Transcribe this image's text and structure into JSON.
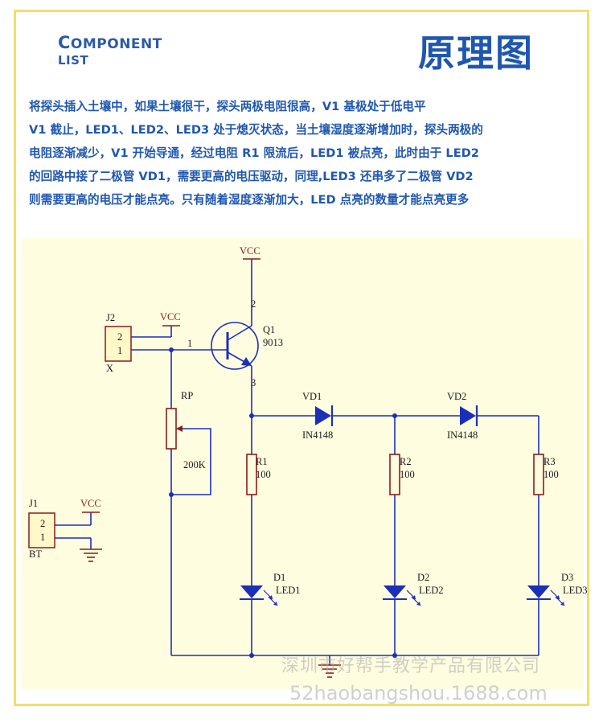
{
  "header": {
    "brand_line1_cap": "C",
    "brand_line1_rest": "OMPONENT",
    "brand_line2": "LIST",
    "title": "原理图"
  },
  "description": [
    "将探头插入土壤中，如果土壤很干，探头两极电阻很高，V1 基极处于低电平",
    "V1 截止，LED1、LED2、LED3 处于熄灭状态，当土壤湿度逐渐增加时，探头两极的",
    "电阻逐渐减少，V1 开始导通，经过电阻 R1 限流后，LED1 被点亮，此时由于 LED2",
    " 的回路中接了二极管 VD1，需要更高的电压驱动，同理,LED3 还串多了二极管 VD2",
    "则需要更高的电压才能点亮。只有随着湿度逐渐加大，LED 点亮的数量才能点亮更多"
  ],
  "schematic": {
    "vcc_label": "VCC",
    "j2": {
      "ref": "J2",
      "pin2": "2",
      "pin1": "1",
      "net": "X"
    },
    "j1": {
      "ref": "J1",
      "pin2": "2",
      "pin1": "1",
      "net": "BT"
    },
    "q1": {
      "ref": "Q1",
      "part": "9013",
      "pin_collector": "2",
      "pin_base": "1",
      "pin_emitter": "3"
    },
    "rp": {
      "ref": "RP",
      "value": "200K"
    },
    "vd1": {
      "ref": "VD1",
      "part": "IN4148"
    },
    "vd2": {
      "ref": "VD2",
      "part": "IN4148"
    },
    "r1": {
      "ref": "R1",
      "value": "100"
    },
    "r2": {
      "ref": "R2",
      "value": "100"
    },
    "r3": {
      "ref": "R3",
      "value": "100"
    },
    "d1": {
      "ref": "D1",
      "part": "LED1"
    },
    "d2": {
      "ref": "D2",
      "part": "LED2"
    },
    "d3": {
      "ref": "D3",
      "part": "LED3"
    },
    "colors": {
      "wire": "#1c2fb8",
      "power": "#8a1c1c",
      "component": "#8a1c1c",
      "label": "#1a1a1a"
    }
  },
  "watermark": {
    "line1": "深圳市好帮手教学产品有限公司",
    "line2": "52haobangshou.1688.com"
  }
}
